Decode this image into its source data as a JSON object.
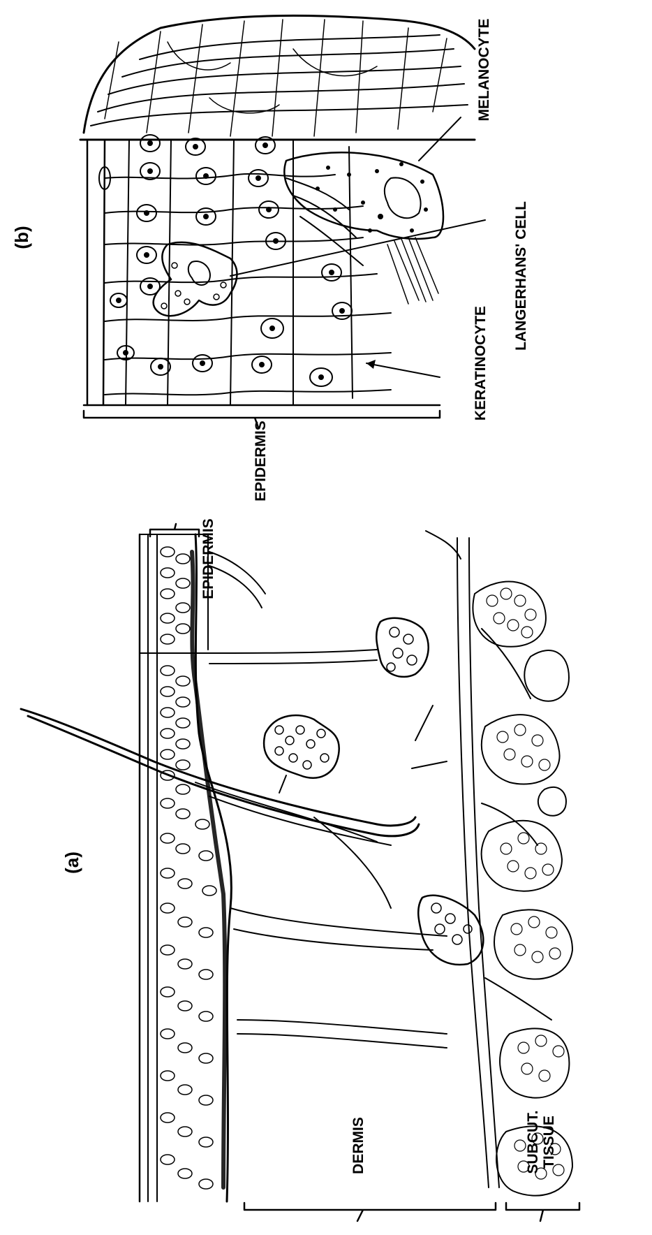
{
  "panels": {
    "a": {
      "label": "(a)"
    },
    "b": {
      "label": "(b)"
    }
  },
  "labels": {
    "epidermis": "EPIDERMIS",
    "dermis": "DERMIS",
    "subcut_line1": "SUBCUT.",
    "subcut_line2": "TISSUE",
    "epidermis_b": "EPIDERMIS",
    "melanocyte": "MELANOCYTE",
    "langerhans": "LANGERHANS' CELL",
    "keratinocyte": "KERATINOCYTE"
  },
  "colors": {
    "ink": "#000000",
    "paper": "#ffffff"
  }
}
